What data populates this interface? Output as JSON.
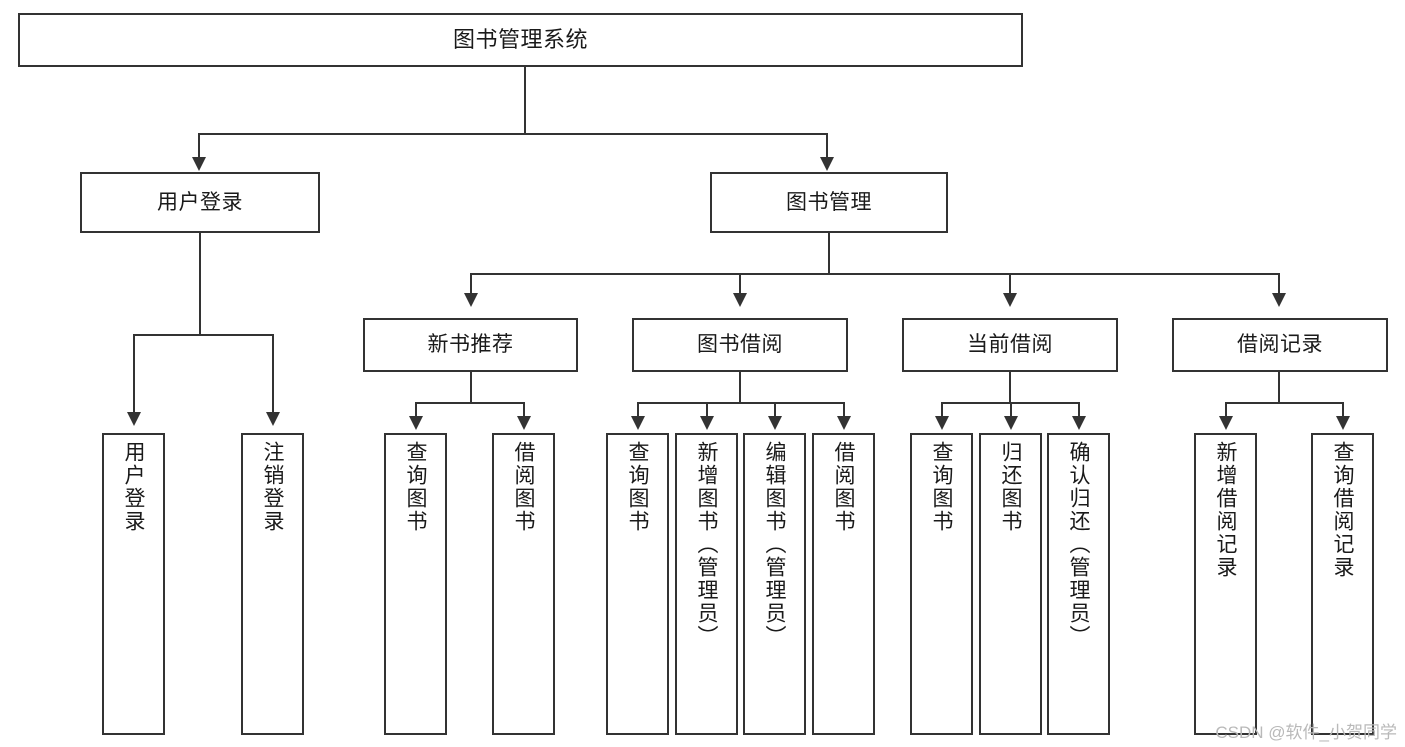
{
  "diagram": {
    "title": "图书管理系统",
    "watermark": "CSDN @软件_小贺同学",
    "accent_color": "#333333",
    "background_color": "#ffffff",
    "nodes": {
      "root": "图书管理系统",
      "level1": {
        "user_login": "用户登录",
        "book_manage": "图书管理"
      },
      "level2": {
        "new_book_recommend": "新书推荐",
        "book_borrow": "图书借阅",
        "current_borrow": "当前借阅",
        "borrow_record": "借阅记录"
      },
      "leaves": {
        "user_login_1": "用户登录",
        "user_login_2": "注销登录",
        "new_book_1": "查询图书",
        "new_book_2": "借阅图书",
        "borrow_1": "查询图书",
        "borrow_2": "新增图书（管理员）",
        "borrow_3": "编辑图书（管理员）",
        "borrow_4": "借阅图书",
        "current_1": "查询图书",
        "current_2": "归还图书",
        "current_3": "确认归还（管理员）",
        "record_1": "新增借阅记录",
        "record_2": "查询借阅记录"
      }
    }
  }
}
